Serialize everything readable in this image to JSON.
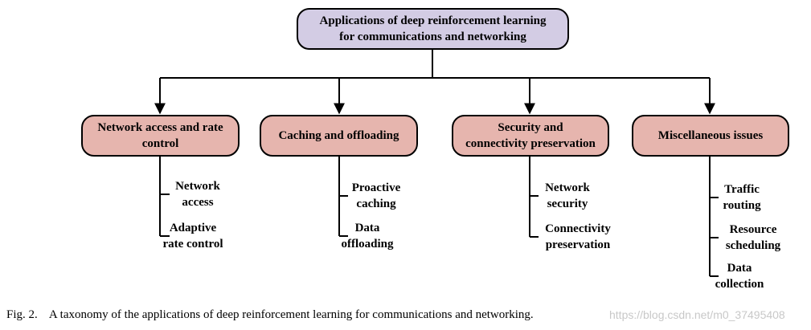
{
  "root": {
    "line1": "Applications of deep reinforcement learning",
    "line2": "for communications and networking"
  },
  "categories": [
    {
      "line1": "Network access and rate",
      "line2": "control",
      "leaves": [
        {
          "line1": "Network",
          "line2": "access"
        },
        {
          "line1": "Adaptive",
          "line2": "rate control"
        }
      ]
    },
    {
      "line1": "Caching and offloading",
      "line2": "",
      "leaves": [
        {
          "line1": "Proactive",
          "line2": "caching"
        },
        {
          "line1": "Data",
          "line2": "offloading"
        }
      ]
    },
    {
      "line1": "Security and",
      "line2": "connectivity preservation",
      "leaves": [
        {
          "line1": "Network",
          "line2": "security"
        },
        {
          "line1": "Connectivity",
          "line2": "preservation"
        }
      ]
    },
    {
      "line1": "Miscellaneous issues",
      "line2": "",
      "leaves": [
        {
          "line1": "Traffic",
          "line2": "routing"
        },
        {
          "line1": "Resource",
          "line2": "scheduling"
        },
        {
          "line1": "Data",
          "line2": "collection"
        }
      ]
    }
  ],
  "caption": "Fig. 2.    A taxonomy of the applications of deep reinforcement learning for communications and networking.",
  "watermark": "https://blog.csdn.net/m0_37495408",
  "colors": {
    "root_fill": "#d3cce4",
    "category_fill": "#e6b5ae",
    "line": "#000000"
  }
}
